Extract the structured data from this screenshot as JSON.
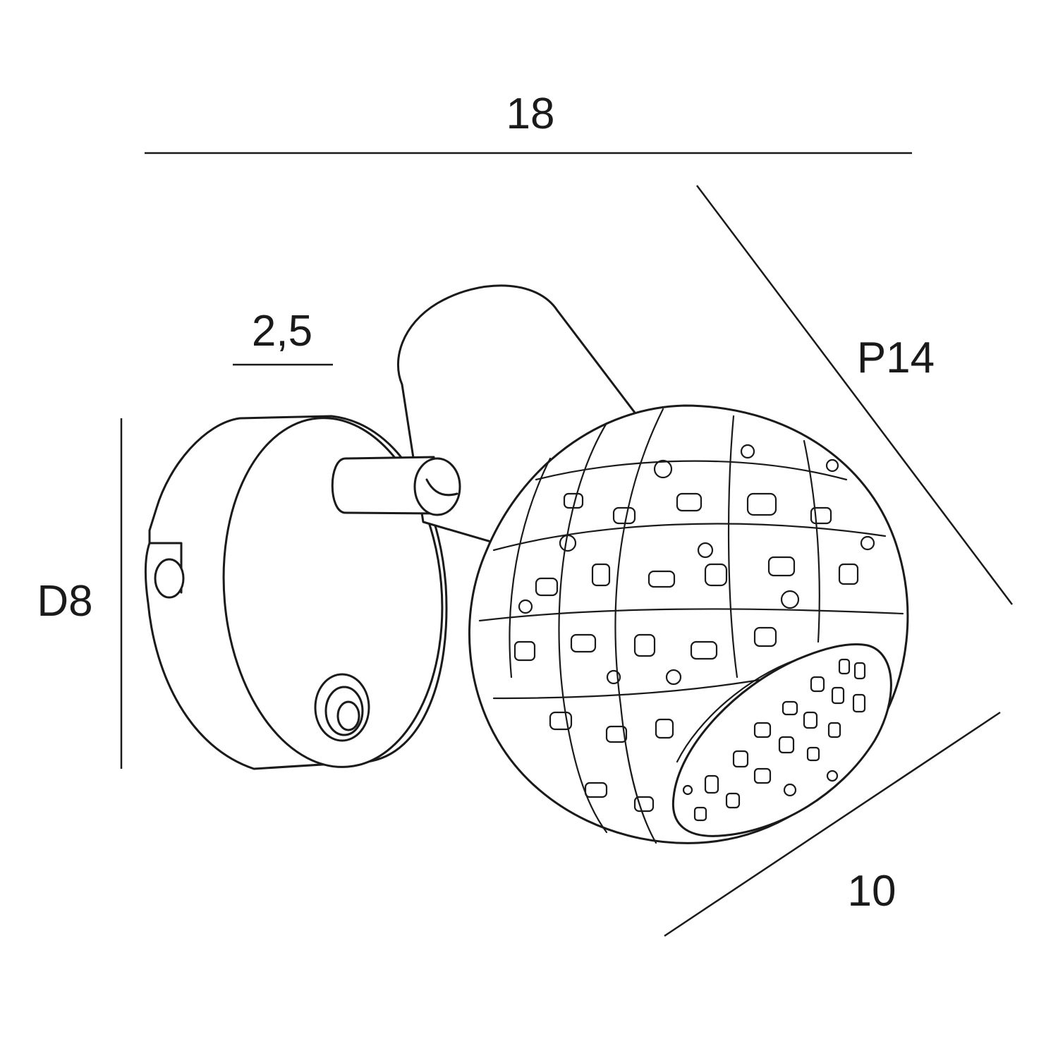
{
  "dimensions": {
    "width_total": "18",
    "base_depth": "2,5",
    "base_diameter": "D8",
    "projection": "P14",
    "shade_height": "10"
  }
}
